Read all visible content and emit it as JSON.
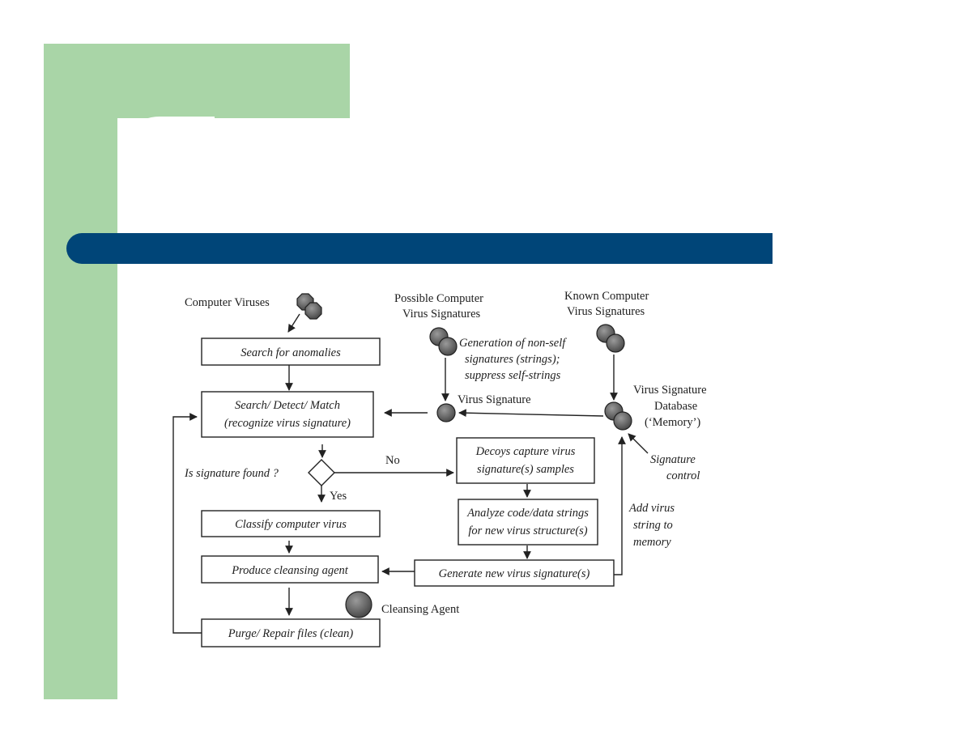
{
  "slide": {
    "colors": {
      "background": "#ffffff",
      "green_accent": "#a9d5a7",
      "title_bar": "#004578",
      "ink": "#222222",
      "node_fill": "#6e6e6e"
    }
  },
  "diagram": {
    "labels": {
      "computer_viruses": "Computer Viruses",
      "possible_sigs_line1": "Possible Computer",
      "possible_sigs_line2": "Virus Signatures",
      "known_sigs_line1": "Known Computer",
      "known_sigs_line2": "Virus Signatures",
      "generation_line1": "Generation of non-self",
      "generation_line2": "signatures (strings);",
      "generation_line3": "suppress self-strings",
      "virus_signature": "Virus Signature",
      "database_line1": "Virus Signature",
      "database_line2": "Database",
      "database_line3": "(‘Memory’)",
      "signature_control_line1": "Signature",
      "signature_control_line2": "control",
      "add_virus_line1": "Add virus",
      "add_virus_line2": "string to",
      "add_virus_line3": "memory",
      "decision": "Is signature found ?",
      "no": "No",
      "yes": "Yes",
      "cleansing_agent": "Cleansing Agent"
    },
    "boxes": {
      "search_anomalies": "Search for anomalies",
      "search_detect_line1": "Search/ Detect/ Match",
      "search_detect_line2": "(recognize virus signature)",
      "decoys_line1": "Decoys capture virus",
      "decoys_line2": "signature(s) samples",
      "analyze_line1": "Analyze code/data strings",
      "analyze_line2": "for new virus structure(s)",
      "classify": "Classify computer virus",
      "produce": "Produce cleansing agent",
      "generate": "Generate new virus signature(s)",
      "purge": "Purge/ Repair files (clean)"
    }
  }
}
